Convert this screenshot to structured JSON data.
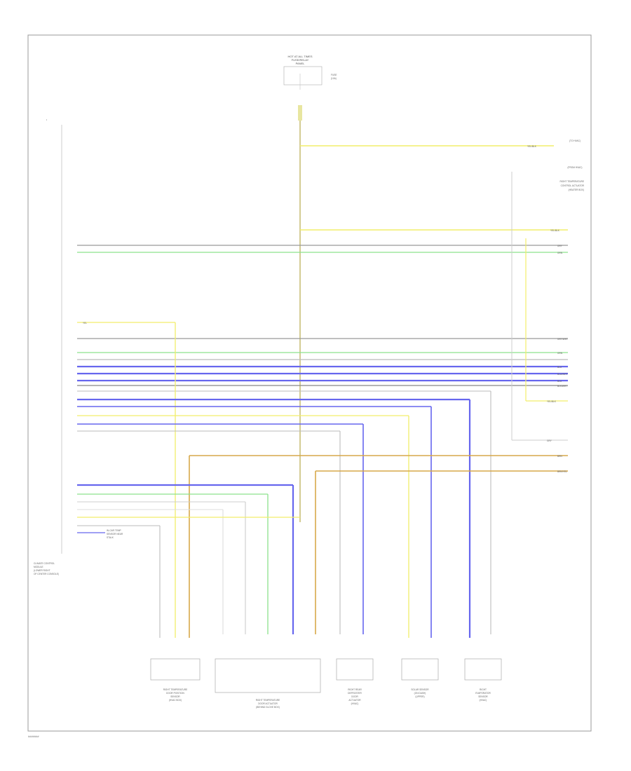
{
  "diagram_id": "#######",
  "top_supply": {
    "lines": [
      "HOT AT ALL TIMES",
      "FUSE/RELAY",
      "PANEL"
    ],
    "fuse_lines": [
      "FUSE",
      "(10A)"
    ]
  },
  "control_module": {
    "label_lines": [
      "CLIMATE CONTROL",
      "MODULE",
      "(LOWER RIGHT",
      "OF CENTER CONSOLE)"
    ]
  },
  "right_top_component": {
    "label_lines": [
      "RIGHT TEMPERATURE",
      "CONTROL ACTUATOR",
      "(HEATER BOX)"
    ]
  },
  "right_side_notes": [
    "(TO HVAC)",
    "(FROM HVAC)"
  ],
  "wire_labels": {
    "ylw_blk": "YEL/BLK",
    "gry_wht": "GRY/WHT",
    "blu_wht": "BLU/WHT",
    "blk_wht": "BLK/WHT",
    "brn_yel": "BRN/YEL",
    "grn": "GRN",
    "gry": "GRY",
    "blu": "BLU",
    "brn": "BRN",
    "yel": "YEL",
    "red": "RED",
    "wht": "WHT"
  },
  "side_note": [
    "IN-CAR TEMP",
    "SENSOR NEAR",
    "STALK"
  ],
  "bottom_components": [
    {
      "id": "c1",
      "label_lines": [
        "RIGHT TEMPERATURE",
        "DOOR POSITION",
        "SENSOR",
        "(HVAC BOX)"
      ]
    },
    {
      "id": "c2",
      "label_lines": [
        "RIGHT TEMPERATURE",
        "DOOR ACTUATOR",
        "(BEHIND GLOVE BOX)"
      ]
    },
    {
      "id": "c3",
      "label_lines": [
        "RIGHT REAR",
        "DEFROSTER",
        "DOOR",
        "ACTUATOR",
        "(HVAC)"
      ]
    },
    {
      "id": "c4",
      "label_lines": [
        "SOLAR SENSOR",
        "(ON DASH)",
        "(UPPER)"
      ]
    },
    {
      "id": "c5",
      "label_lines": [
        "RIGHT",
        "EVAPORATOR",
        "SENSOR",
        "(HVAC)"
      ]
    }
  ]
}
